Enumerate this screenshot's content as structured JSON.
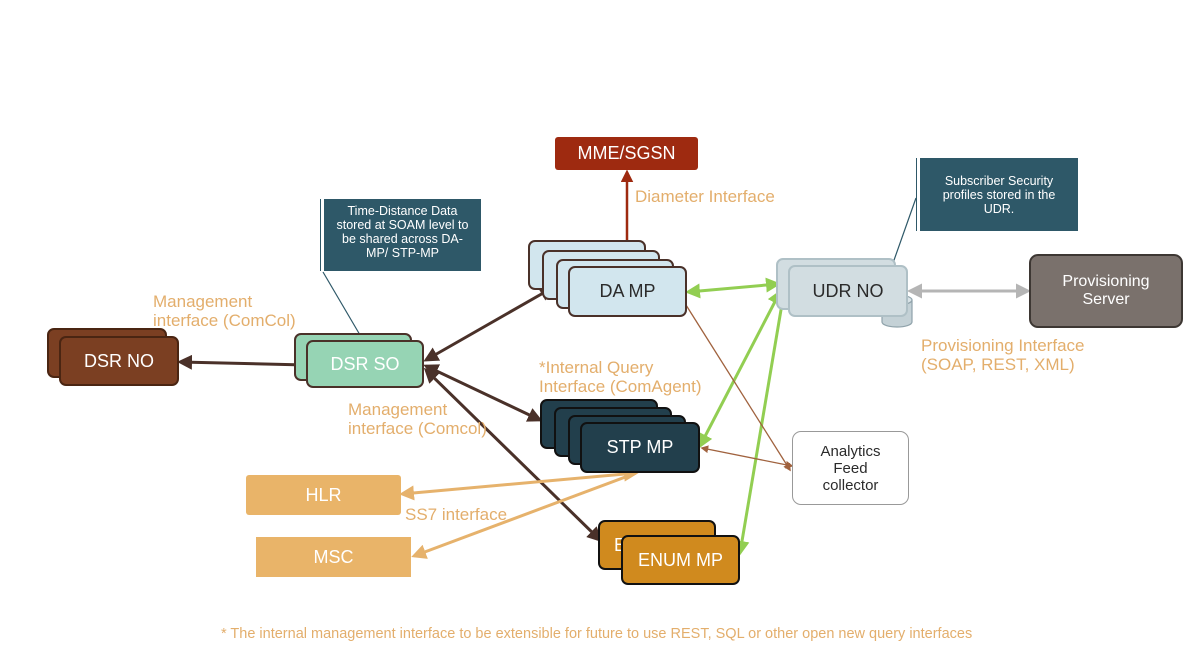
{
  "nodes": {
    "mme_sgsn": "MME/SGSN",
    "da_mp": "DA MP",
    "udr_no": "UDR NO",
    "provisioning_server": "Provisioning\nServer",
    "dsr_no": "DSR NO",
    "dsr_so": "DSR SO",
    "stp_mp": "STP MP",
    "enum_mp": "ENUM MP",
    "enum_back_text": "E",
    "analytics": "Analytics\nFeed\ncollector",
    "hlr": "HLR",
    "msc": "MSC"
  },
  "labels": {
    "diameter_interface": "Diameter Interface",
    "mgmt_comcol_top": "Management\ninterface (ComCol)",
    "mgmt_comcol_bottom": "Management\ninterface (Comcol)",
    "internal_query": "*Internal Query\nInterface (ComAgent)",
    "provisioning_interface": "Provisioning Interface\n(SOAP, REST, XML)",
    "ss7_interface": "SS7 interface"
  },
  "notes": {
    "time_distance": "Time-Distance Data stored at SOAM level to be shared across DA-MP/ STP-MP",
    "subscriber_security": "Subscriber Security profiles stored in the UDR."
  },
  "footnote": "* The internal management interface to be extensible for future to use REST, SQL or other open new query interfaces",
  "colors": {
    "dsr_brown": "#7B3F22",
    "dsr_so_green": "#96D4B4",
    "da_mp_blue": "#D2E6EE",
    "stp_dark": "#223F4C",
    "enum_orange": "#D08A1E",
    "hlr_msc_orange": "#E9B469",
    "mme_red": "#9E2A10",
    "udr_gray": "#C4D1D6",
    "prov_gray": "#7A716C",
    "note_teal": "#2E5868",
    "label_orange": "#E3AE6C",
    "arrow_dark": "#4A3129",
    "arrow_green": "#92CE52",
    "arrow_tan": "#E6B26C",
    "arrow_gray": "#B5B5B5"
  }
}
